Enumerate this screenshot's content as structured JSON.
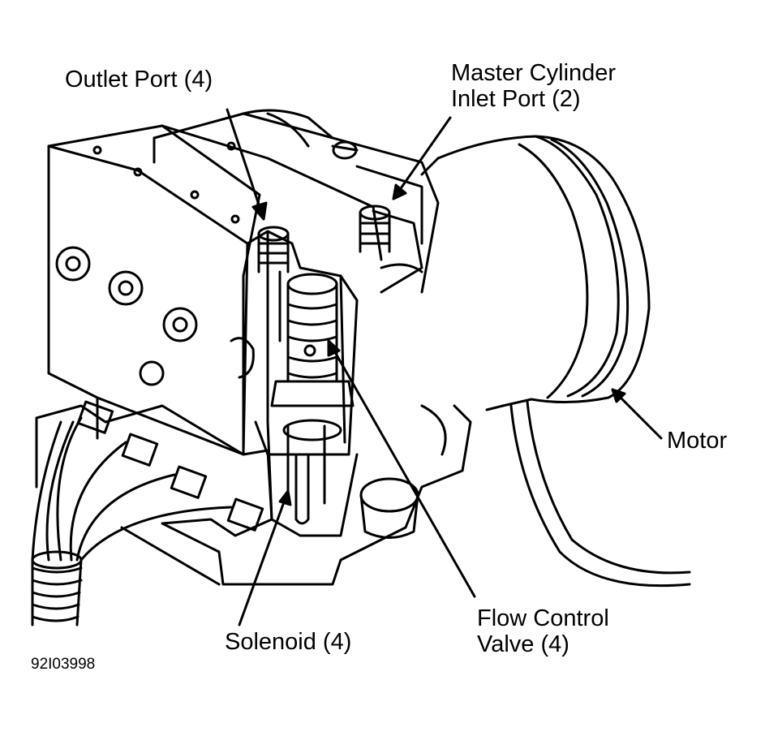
{
  "labels": {
    "outlet_port": "Outlet Port (4)",
    "master_cylinder_line1": "Master Cylinder",
    "master_cylinder_line2": "Inlet Port (2)",
    "motor": "Motor",
    "solenoid": "Solenoid (4)",
    "flow_control_line1": "Flow Control",
    "flow_control_line2": "Valve (4)"
  },
  "figure_id": "92I03998",
  "colors": {
    "ink": "#000000",
    "paper": "#ffffff"
  }
}
